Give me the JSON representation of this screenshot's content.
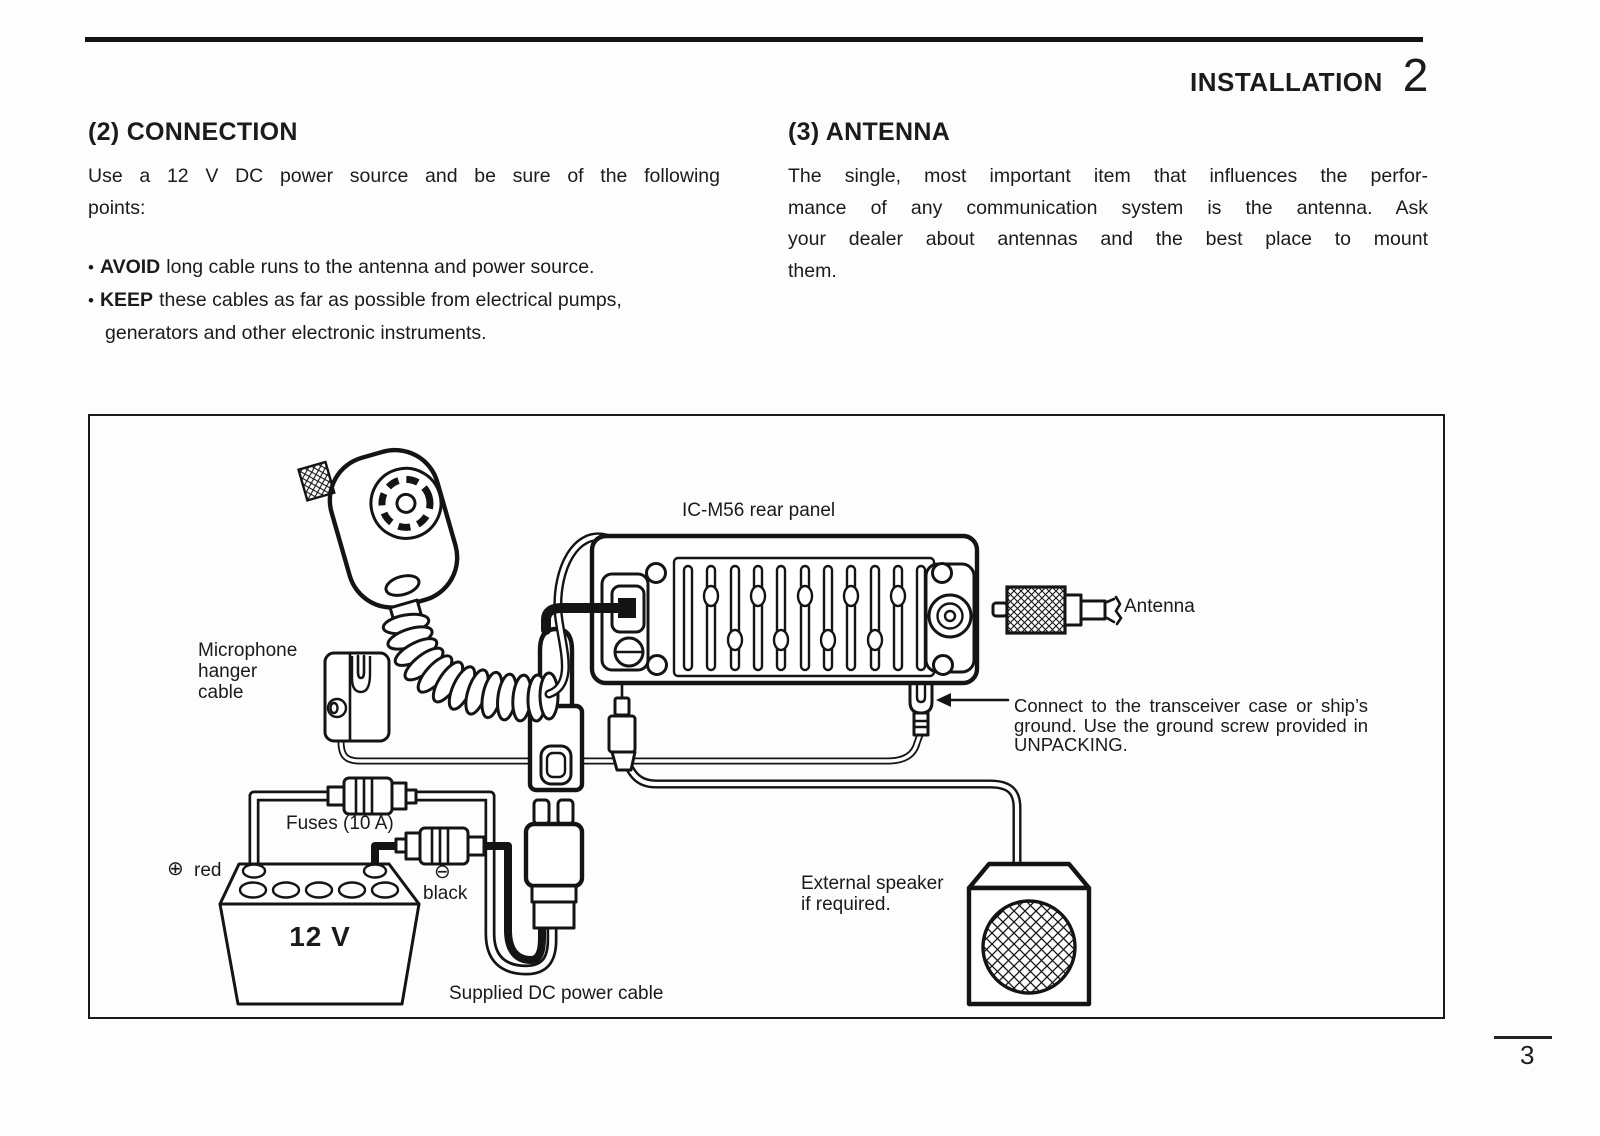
{
  "glyphs": {
    "bullet": "•",
    "circle_plus": "⊕",
    "circle_minus": "⊖"
  },
  "header": {
    "chapter_title": "INSTALLATION",
    "chapter_number": "2"
  },
  "footer": {
    "page_number": "3"
  },
  "connection": {
    "heading": "(2) CONNECTION",
    "line1": "Use a 12 V DC power source and be sure of the following",
    "line2": "points:",
    "bullet1_bold": "AVOID",
    "bullet1_text": "long cable runs to the antenna and power source.",
    "bullet2_bold": "KEEP",
    "bullet2_text": "these cables as far as possible from electrical pumps,",
    "bullet2_cont": "generators and other electronic instruments."
  },
  "antenna": {
    "heading": "(3) ANTENNA",
    "line1": "The single, most important item that influences the perfor-",
    "line2": "mance of any communication system is the antenna.  Ask",
    "line3": "your dealer about antennas and the best place to mount",
    "line4": "them."
  },
  "diagram": {
    "rear_panel_label": "IC-M56 rear panel",
    "antenna_label": "Antenna",
    "mic_hanger_label": "Microphone\nhanger\ncable",
    "ground_note": "Connect to the transceiver case or ship’s ground.  Use the ground screw provided in UNPACKING.",
    "fuses_label": "Fuses (10 A)",
    "red_label": "red",
    "black_label": "black",
    "battery_label": "12 V",
    "speaker_label": "External speaker\nif required.",
    "dc_cable_label": "Supplied DC power cable"
  }
}
